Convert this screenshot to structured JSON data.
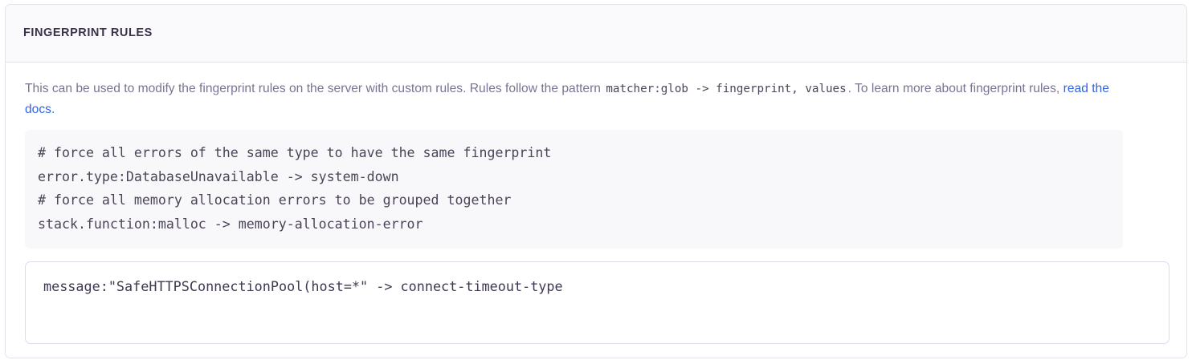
{
  "panel": {
    "title": "FINGERPRINT RULES"
  },
  "description": {
    "part1": "This can be used to modify the fingerprint rules on the server with custom rules. Rules follow the pattern ",
    "inline_code": "matcher:glob -> fingerprint, values",
    "part2": ". To learn more about fingerprint rules, ",
    "link_label": "read the docs",
    "part3": "."
  },
  "example": {
    "lines": [
      "# force all errors of the same type to have the same fingerprint",
      "error.type:DatabaseUnavailable -> system-down",
      "# force all memory allocation errors to be grouped together",
      "stack.function:malloc -> memory-allocation-error"
    ],
    "text": "# force all errors of the same type to have the same fingerprint\nerror.type:DatabaseUnavailable -> system-down\n# force all memory allocation errors to be grouped together\nstack.function:malloc -> memory-allocation-error"
  },
  "rules_field": {
    "value": "message:\"SafeHTTPSConnectionPool(host=*\" -> connect-timeout-type",
    "placeholder": "matcher:glob -> fingerprint, values"
  },
  "colors": {
    "panel_border": "#e3e2ea",
    "header_background": "#fafafc",
    "header_text": "#3b3148",
    "body_text": "#7a7391",
    "code_text": "#4c4457",
    "code_background": "#f8f8fb",
    "link": "#2f63e8",
    "field_border": "#ddddea"
  }
}
